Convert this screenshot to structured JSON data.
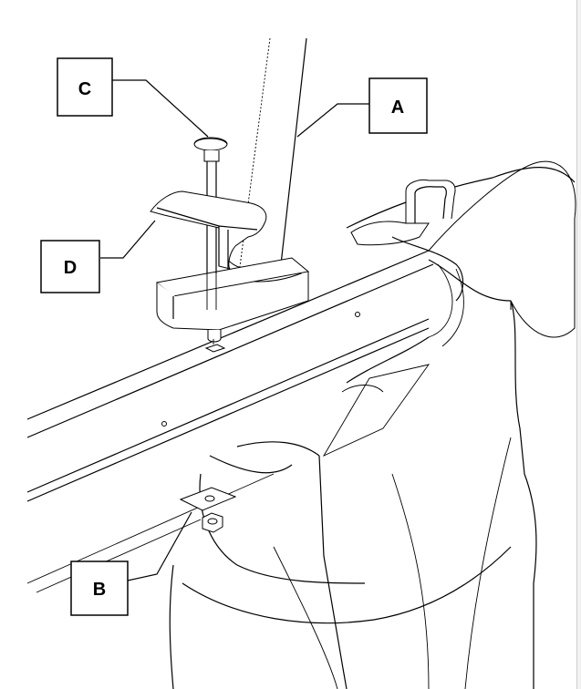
{
  "callouts": {
    "a": "A",
    "b": "B",
    "c": "C",
    "d": "D"
  },
  "colors": {
    "line": "#000000",
    "background": "#ffffff",
    "part_fill": "#f4f4f4"
  }
}
